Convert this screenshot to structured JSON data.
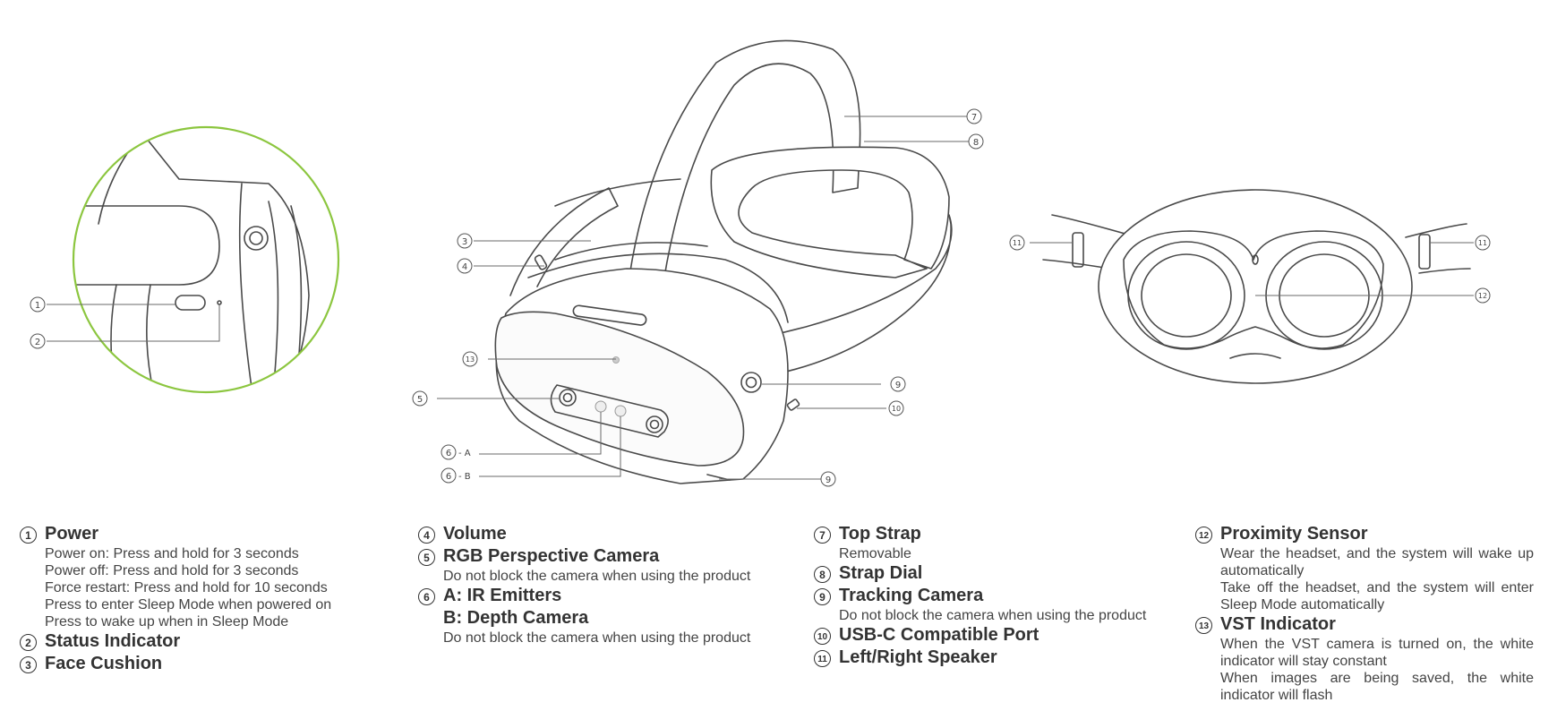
{
  "callouts": {
    "c1": "1",
    "c2": "2",
    "c3": "3",
    "c4": "4",
    "c5": "5",
    "c6a": "6",
    "c6a_suffix": "- A",
    "c6b": "6",
    "c6b_suffix": "- B",
    "c7": "7",
    "c8": "8",
    "c9a": "9",
    "c9b": "9",
    "c10": "10",
    "c11l": "11",
    "c11r": "11",
    "c12": "12",
    "c13": "13"
  },
  "colors": {
    "zoom_circle": "#8cc63f",
    "line": "#4a4a4a"
  },
  "legend": {
    "col1": {
      "power": {
        "num": "1",
        "title": "Power",
        "lines": [
          "Power on: Press and hold for 3 seconds",
          "Power off: Press and hold for 3 seconds",
          "Force restart: Press and hold for 10 seconds",
          "Press to enter Sleep Mode when powered on",
          "Press to wake up when in Sleep Mode"
        ]
      },
      "status": {
        "num": "2",
        "title": "Status Indicator"
      },
      "cushion": {
        "num": "3",
        "title": "Face Cushion"
      }
    },
    "col2": {
      "volume": {
        "num": "4",
        "title": "Volume"
      },
      "rgb": {
        "num": "5",
        "title": "RGB Perspective Camera",
        "desc": "Do not block the camera when using the product"
      },
      "ir": {
        "num": "6",
        "title_a": "A: IR Emitters",
        "title_b": "B: Depth Camera",
        "desc": "Do not block the camera when using the product"
      }
    },
    "col3": {
      "top_strap": {
        "num": "7",
        "title": "Top Strap",
        "desc": "Removable"
      },
      "dial": {
        "num": "8",
        "title": "Strap Dial"
      },
      "tracking": {
        "num": "9",
        "title": "Tracking Camera",
        "desc": "Do not block the camera when using the product"
      },
      "usbc": {
        "num": "10",
        "title": "USB-C Compatible Port"
      },
      "speaker": {
        "num": "11",
        "title": "Left/Right Speaker"
      }
    },
    "col4": {
      "proximity": {
        "num": "12",
        "title": "Proximity Sensor",
        "desc1": "Wear the headset, and the system will wake up automatically",
        "desc2": "Take off the headset, and the system will enter Sleep Mode automatically"
      },
      "vst": {
        "num": "13",
        "title": "VST Indicator",
        "desc1": "When the VST camera is turned on, the white indicator will stay constant",
        "desc2": "When images are being saved, the white indicator will flash"
      }
    }
  }
}
